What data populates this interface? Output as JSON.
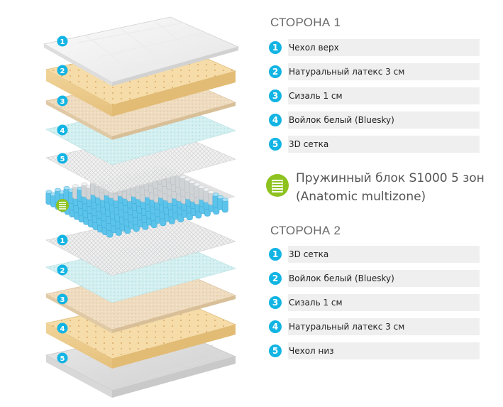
{
  "colors": {
    "accent": "#12b4e3",
    "spring_icon": "#8dc21f",
    "row_bg": "#efefef"
  },
  "side1": {
    "title": "СТОРОНА 1",
    "items": [
      {
        "num": "1",
        "label": "Чехол верх"
      },
      {
        "num": "2",
        "label": "Натуральный латекс 3 см"
      },
      {
        "num": "3",
        "label": "Сизаль 1 см"
      },
      {
        "num": "4",
        "label": "Войлок белый (Bluesky)"
      },
      {
        "num": "5",
        "label": "3D сетка"
      }
    ]
  },
  "spring": {
    "icon": "spring-icon",
    "line1": "Пружинный блок S1000 5 зон",
    "line2": "(Anatomic multizone)"
  },
  "side2": {
    "title": "СТОРОНА 2",
    "items": [
      {
        "num": "1",
        "label": "3D сетка"
      },
      {
        "num": "2",
        "label": "Войлок белый (Bluesky)"
      },
      {
        "num": "3",
        "label": "Сизаль 1 см"
      },
      {
        "num": "4",
        "label": "Натуральный латекс 3 см"
      },
      {
        "num": "5",
        "label": "Чехол низ"
      }
    ]
  },
  "diagram": {
    "top_markers": [
      "1",
      "2",
      "3",
      "4",
      "5"
    ],
    "bottom_markers": [
      "1",
      "2",
      "3",
      "4",
      "5"
    ]
  }
}
